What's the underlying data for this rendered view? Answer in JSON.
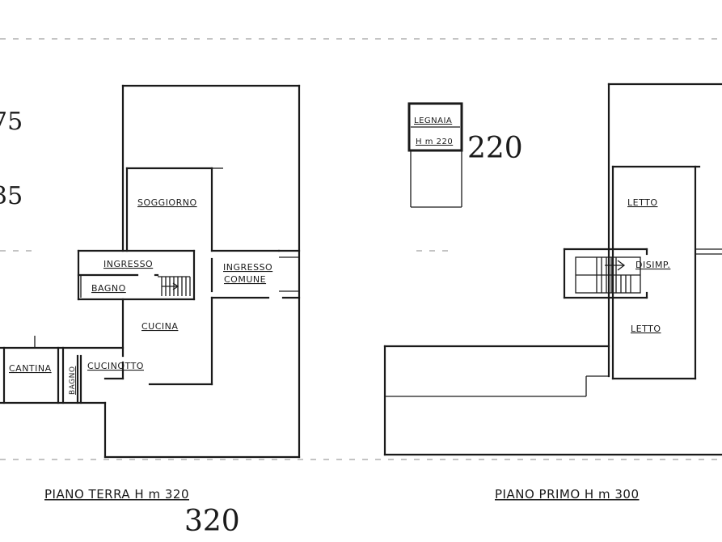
{
  "ground_floor": {
    "rooms": {
      "soggiorno": "SOGGIORNO",
      "ingresso": "INGRESSO",
      "ingresso_comune_1": "INGRESSO",
      "ingresso_comune_2": "COMUNE",
      "bagno": "BAGNO",
      "cucina": "CUCINA",
      "cantina": "CANTINA",
      "bagno_small": "BAGNO",
      "cucinotto": "CUCINOTTO"
    },
    "caption": "PIANO TERRA H m 320",
    "height_note": "320",
    "margin_note_1": "75",
    "margin_note_2": "35"
  },
  "first_floor": {
    "rooms": {
      "letto_1": "LETTO",
      "disimp": "DISIMP.",
      "letto_2": "LETTO",
      "legnaia": "LEGNAIA",
      "legnaia_height": "H m 220"
    },
    "caption": "PIANO PRIMO  H m 300",
    "height_note": "220"
  }
}
